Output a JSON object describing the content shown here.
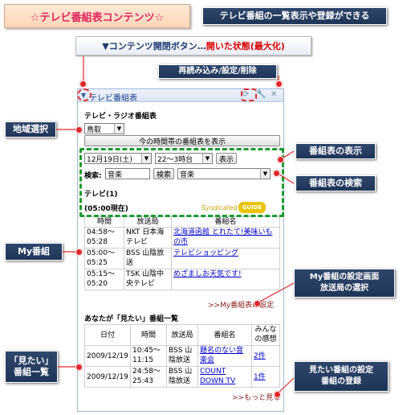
{
  "banner": {
    "title": "☆テレビ番組表コンテンツ☆"
  },
  "captions": {
    "list_display": "テレビ番組の一覧表示や登録ができる",
    "open_button_prefix": "▼コンテンツ開閉ボタン…",
    "open_button_state": "開いた状態(最大化)",
    "reload": "再読み込み/設定/削除",
    "region": "地域選択",
    "schedule_display": "番組表の表示",
    "schedule_search": "番組表の検索",
    "my_programs": "My番組",
    "my_settings_line1": "My番組の設定画面",
    "my_settings_line2": "放送局の選択",
    "wish_line1": "「見たい」",
    "wish_line2": "番組一覧",
    "wish_settings_line1": "見たい番組の設定",
    "wish_settings_line2": "番組の登録"
  },
  "gadget": {
    "title": "テレビ番組表",
    "subtitle": "テレビ・ラジオ番組表",
    "region_value": "鳥取",
    "now_button": "今の時間帯の番組表を表示",
    "date_value": "12月19日(土)",
    "time_value": "22～3時台",
    "show_button": "表示",
    "search_label": "検索:",
    "search_value": "音楽",
    "search_button": "検索",
    "genre_value": "音楽",
    "result_title": "テレビ(1)",
    "result_time": "(05:00現在)",
    "logo_syndicated": "Syndicated",
    "logo_guide": "GUIDE",
    "my_table": {
      "headers": [
        "時間",
        "放送局",
        "番組名"
      ],
      "rows": [
        {
          "time": "04:58～05:28",
          "station": "NKT 日本海テレビ",
          "program": "北海道函館 とれたて!美味いもの市"
        },
        {
          "time": "05:00～05:25",
          "station": "BSS 山陰放送",
          "program": "テレビショッピング"
        },
        {
          "time": "05:15～05:20",
          "station": "TSK 山陰中央テレビ",
          "program": "めざましお天気です!"
        }
      ]
    },
    "my_settings_link": ">>My番組表の設定",
    "wish_title": "あなたが「見たい」番組一覧",
    "wish_table": {
      "headers": [
        "日付",
        "時間",
        "放送局",
        "番組名",
        "みんなの感想"
      ],
      "rows": [
        {
          "date": "2009/12/19",
          "time": "10:45～11:15",
          "station": "BSS 山陰放送",
          "program": "題名のない音楽会",
          "impressions": "2件"
        },
        {
          "date": "2009/12/19",
          "time": "24:58～25:43",
          "station": "BSS 山陰放送",
          "program": "COUNT DOWN TV",
          "impressions": "1件"
        }
      ]
    },
    "more_link": ">>もっと見る"
  },
  "colors": {
    "accent_red": "#e0262b",
    "navy": "#1f3558",
    "green_dashed": "#1a9a2e",
    "link": "#0000cc"
  },
  "icons": [
    "collapse-triangle-icon",
    "reload-icon",
    "settings-wrench-icon",
    "close-x-icon"
  ]
}
